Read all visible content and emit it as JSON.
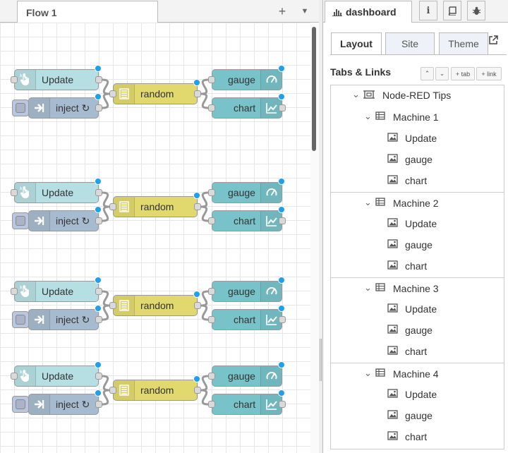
{
  "workspace": {
    "flow_tab": "Flow 1",
    "add_icon": "plus-icon",
    "menu_icon": "caret-down-icon"
  },
  "flows": [
    {
      "update": "Update",
      "inject": "inject ↻",
      "random": "random",
      "gauge": "gauge",
      "chart": "chart"
    },
    {
      "update": "Update",
      "inject": "inject ↻",
      "random": "random",
      "gauge": "gauge",
      "chart": "chart"
    },
    {
      "update": "Update",
      "inject": "inject ↻",
      "random": "random",
      "gauge": "gauge",
      "chart": "chart"
    },
    {
      "update": "Update",
      "inject": "inject ↻",
      "random": "random",
      "gauge": "gauge",
      "chart": "chart"
    }
  ],
  "sidebar": {
    "tab_label": "dashboard",
    "icons": [
      "info-icon",
      "book-icon",
      "bug-icon"
    ],
    "subtabs": [
      "Layout",
      "Site",
      "Theme"
    ],
    "header": "Tabs & Links",
    "tools": {
      "up": "⌃",
      "down": "⌄",
      "tab": "+ tab",
      "link": "+ link"
    },
    "tree": {
      "tab_name": "Node-RED Tips",
      "groups": [
        {
          "name": "Machine 1",
          "items": [
            "Update",
            "gauge",
            "chart"
          ]
        },
        {
          "name": "Machine 2",
          "items": [
            "Update",
            "gauge",
            "chart"
          ]
        },
        {
          "name": "Machine 3",
          "items": [
            "Update",
            "gauge",
            "chart"
          ]
        },
        {
          "name": "Machine 4",
          "items": [
            "Update",
            "gauge",
            "chart"
          ]
        }
      ]
    }
  },
  "colors": {
    "update_node": "#b6dfe3",
    "inject_node": "#a6bbcf",
    "random_node": "#e2d96e",
    "dashboard_node": "#78c3c9",
    "status_dot": "#1ca0f0",
    "wire": "#999999"
  }
}
